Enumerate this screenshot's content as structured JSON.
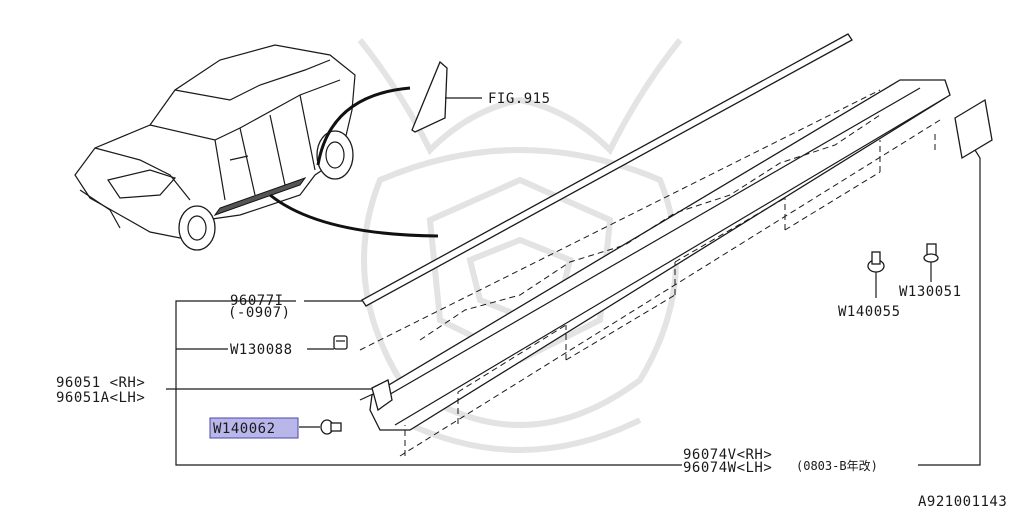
{
  "diagram": {
    "fig_ref": "FIG.915",
    "code": "A921001143",
    "parts": [
      {
        "id": "96077I",
        "note": "(-0907)"
      },
      {
        "id": "W130088"
      },
      {
        "id": "96051 <RH>"
      },
      {
        "id": "96051A<LH>"
      },
      {
        "id": "W140062",
        "highlight": true
      },
      {
        "id": "W140055"
      },
      {
        "id": "W130051"
      },
      {
        "id": "96074V<RH>"
      },
      {
        "id": "96074W<LH>",
        "note": "(0803-B年改)"
      }
    ],
    "colors": {
      "highlight_fill": "#b9b6ea",
      "highlight_border": "#4a47a8",
      "line": "#1a1a1a",
      "watermark": "#d8d8d8"
    }
  }
}
